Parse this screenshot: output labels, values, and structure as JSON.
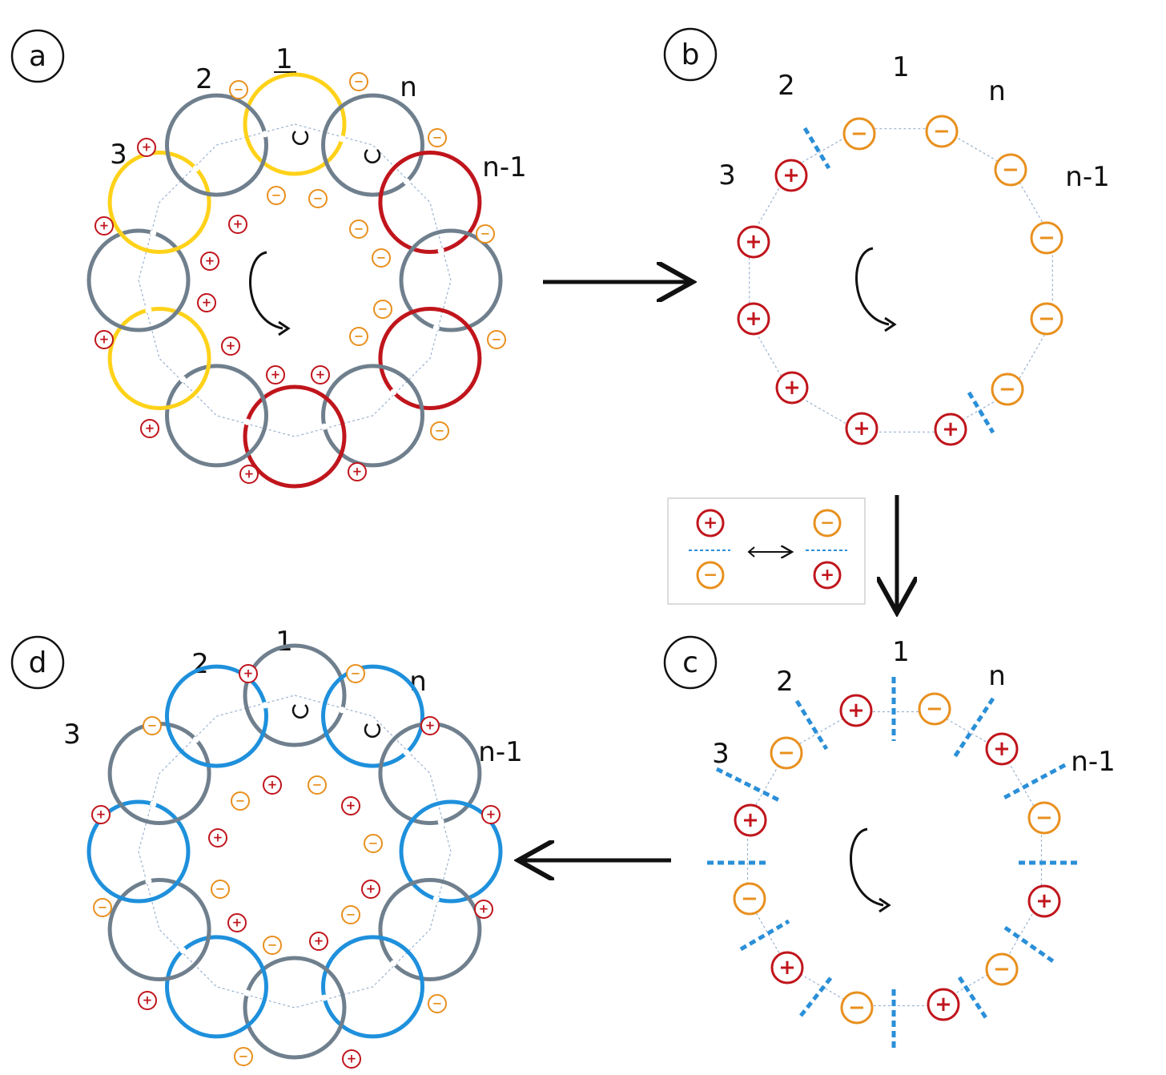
{
  "panels": {
    "a": {
      "label": "a",
      "ring_labels": {
        "first": "1",
        "second": "2",
        "third": "3",
        "last": "n",
        "second_last": "n-1"
      }
    },
    "b": {
      "label": "b",
      "ring_labels": {
        "first": "1",
        "second": "2",
        "third": "3",
        "last": "n",
        "second_last": "n-1"
      }
    },
    "c": {
      "label": "c",
      "ring_labels": {
        "first": "1",
        "second": "2",
        "third": "3",
        "last": "n",
        "second_last": "n-1"
      }
    },
    "d": {
      "label": "d",
      "ring_labels": {
        "first": "1",
        "second": "2",
        "third": "3",
        "last": "n",
        "second_last": "n-1"
      }
    }
  },
  "symbols": {
    "plus": "+",
    "minus": "−"
  },
  "colors": {
    "red": "#c0151c",
    "yellow": "#ffd21a",
    "gray": "#6f7f8d",
    "blue": "#1e90dc",
    "orange": "#e8901e",
    "dashed_blue": "#2a8fd8",
    "arrow": "#111111",
    "legend_border": "#dddddd"
  }
}
